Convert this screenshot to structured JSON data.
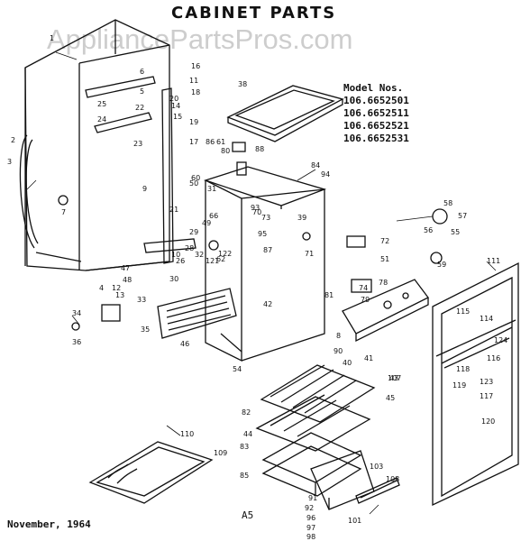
{
  "title": "CABINET PARTS",
  "watermark": "AppliancePartsPros.com",
  "models": {
    "heading": "Model Nos.",
    "numbers": [
      "106.6652501",
      "106.6652511",
      "106.6652521",
      "106.6652531"
    ]
  },
  "footer_date": "November, 1964",
  "page_code": "A5",
  "callouts": [
    "1",
    "2",
    "3",
    "4",
    "5",
    "6",
    "7",
    "8",
    "9",
    "10",
    "11",
    "12",
    "13",
    "14",
    "15",
    "16",
    "17",
    "18",
    "19",
    "20",
    "21",
    "22",
    "23",
    "24",
    "25",
    "26",
    "28",
    "29",
    "30",
    "31",
    "32",
    "33",
    "34",
    "35",
    "36",
    "38",
    "39",
    "40",
    "41",
    "42",
    "43",
    "44",
    "45",
    "46",
    "47",
    "48",
    "49",
    "50",
    "51",
    "54",
    "55",
    "56",
    "57",
    "58",
    "59",
    "60",
    "61",
    "62",
    "66",
    "70",
    "71",
    "72",
    "73",
    "74",
    "78",
    "79",
    "80",
    "81",
    "82",
    "83",
    "84",
    "85",
    "86",
    "87",
    "88",
    "90",
    "91",
    "92",
    "93",
    "94",
    "95",
    "96",
    "97",
    "98",
    "101",
    "103",
    "107",
    "108",
    "109",
    "110",
    "111",
    "114",
    "115",
    "116",
    "117",
    "118",
    "119",
    "120",
    "121",
    "122",
    "123",
    "124"
  ]
}
